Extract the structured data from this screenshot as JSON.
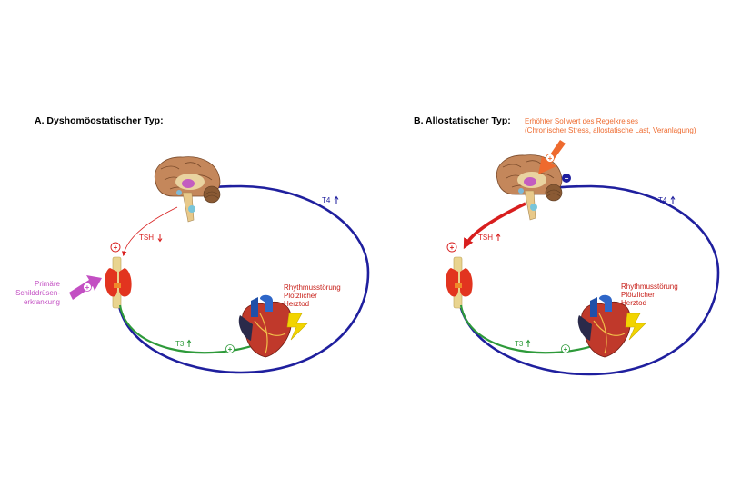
{
  "panel_a": {
    "title": "A. Dyshomöostatischer Typ:",
    "tsh_label": "TSH",
    "t4_label": "T4",
    "t3_label": "T3",
    "plus_sign": "+",
    "primary_line1": "Primäre",
    "primary_line2": "Schilddrüsen-",
    "primary_line3": "erkrankung",
    "outcome_line1": "Rhythmusstörung",
    "outcome_line2": "Plötzlicher",
    "outcome_line3": "Herztod"
  },
  "panel_b": {
    "title": "B. Allostatischer Typ:",
    "setpoint_line1": "Erhöhter Sollwert des Regelkreises",
    "setpoint_line2": "(Chronischer Stress, allostatische Last, Veranlagung)",
    "tsh_label": "TSH",
    "t4_label": "T4",
    "t3_label": "T3",
    "plus_sign": "+",
    "minus_sign": "−",
    "outcome_line1": "Rhythmusstörung",
    "outcome_line2": "Plötzlicher",
    "outcome_line3": "Herztod"
  },
  "colors": {
    "t4_loop": "#1f1f9e",
    "t3_arrow": "#2e9a3a",
    "tsh_arrow": "#d81e1e",
    "primary_disease": "#c34fc3",
    "setpoint": "#ee6a2e",
    "lightning": "#f2d400"
  },
  "icons": {
    "brain": "brain-icon",
    "thyroid": "thyroid-icon",
    "heart": "heart-icon",
    "lightning": "lightning-icon"
  }
}
